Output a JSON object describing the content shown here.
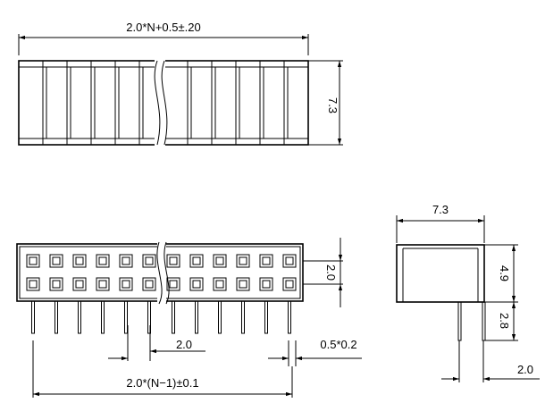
{
  "dimensions": {
    "overall_length": "2.0*N+0.5±.20",
    "body_height": "7.3",
    "row_pitch": "2.0",
    "pin_pitch": "2.0",
    "pin_size": "0.5*0.2",
    "pin_span": "2.0*(N−1)±0.1",
    "side_width": "7.3",
    "side_height": "4.9",
    "pin_length": "2.8",
    "side_pitch": "2.0"
  }
}
